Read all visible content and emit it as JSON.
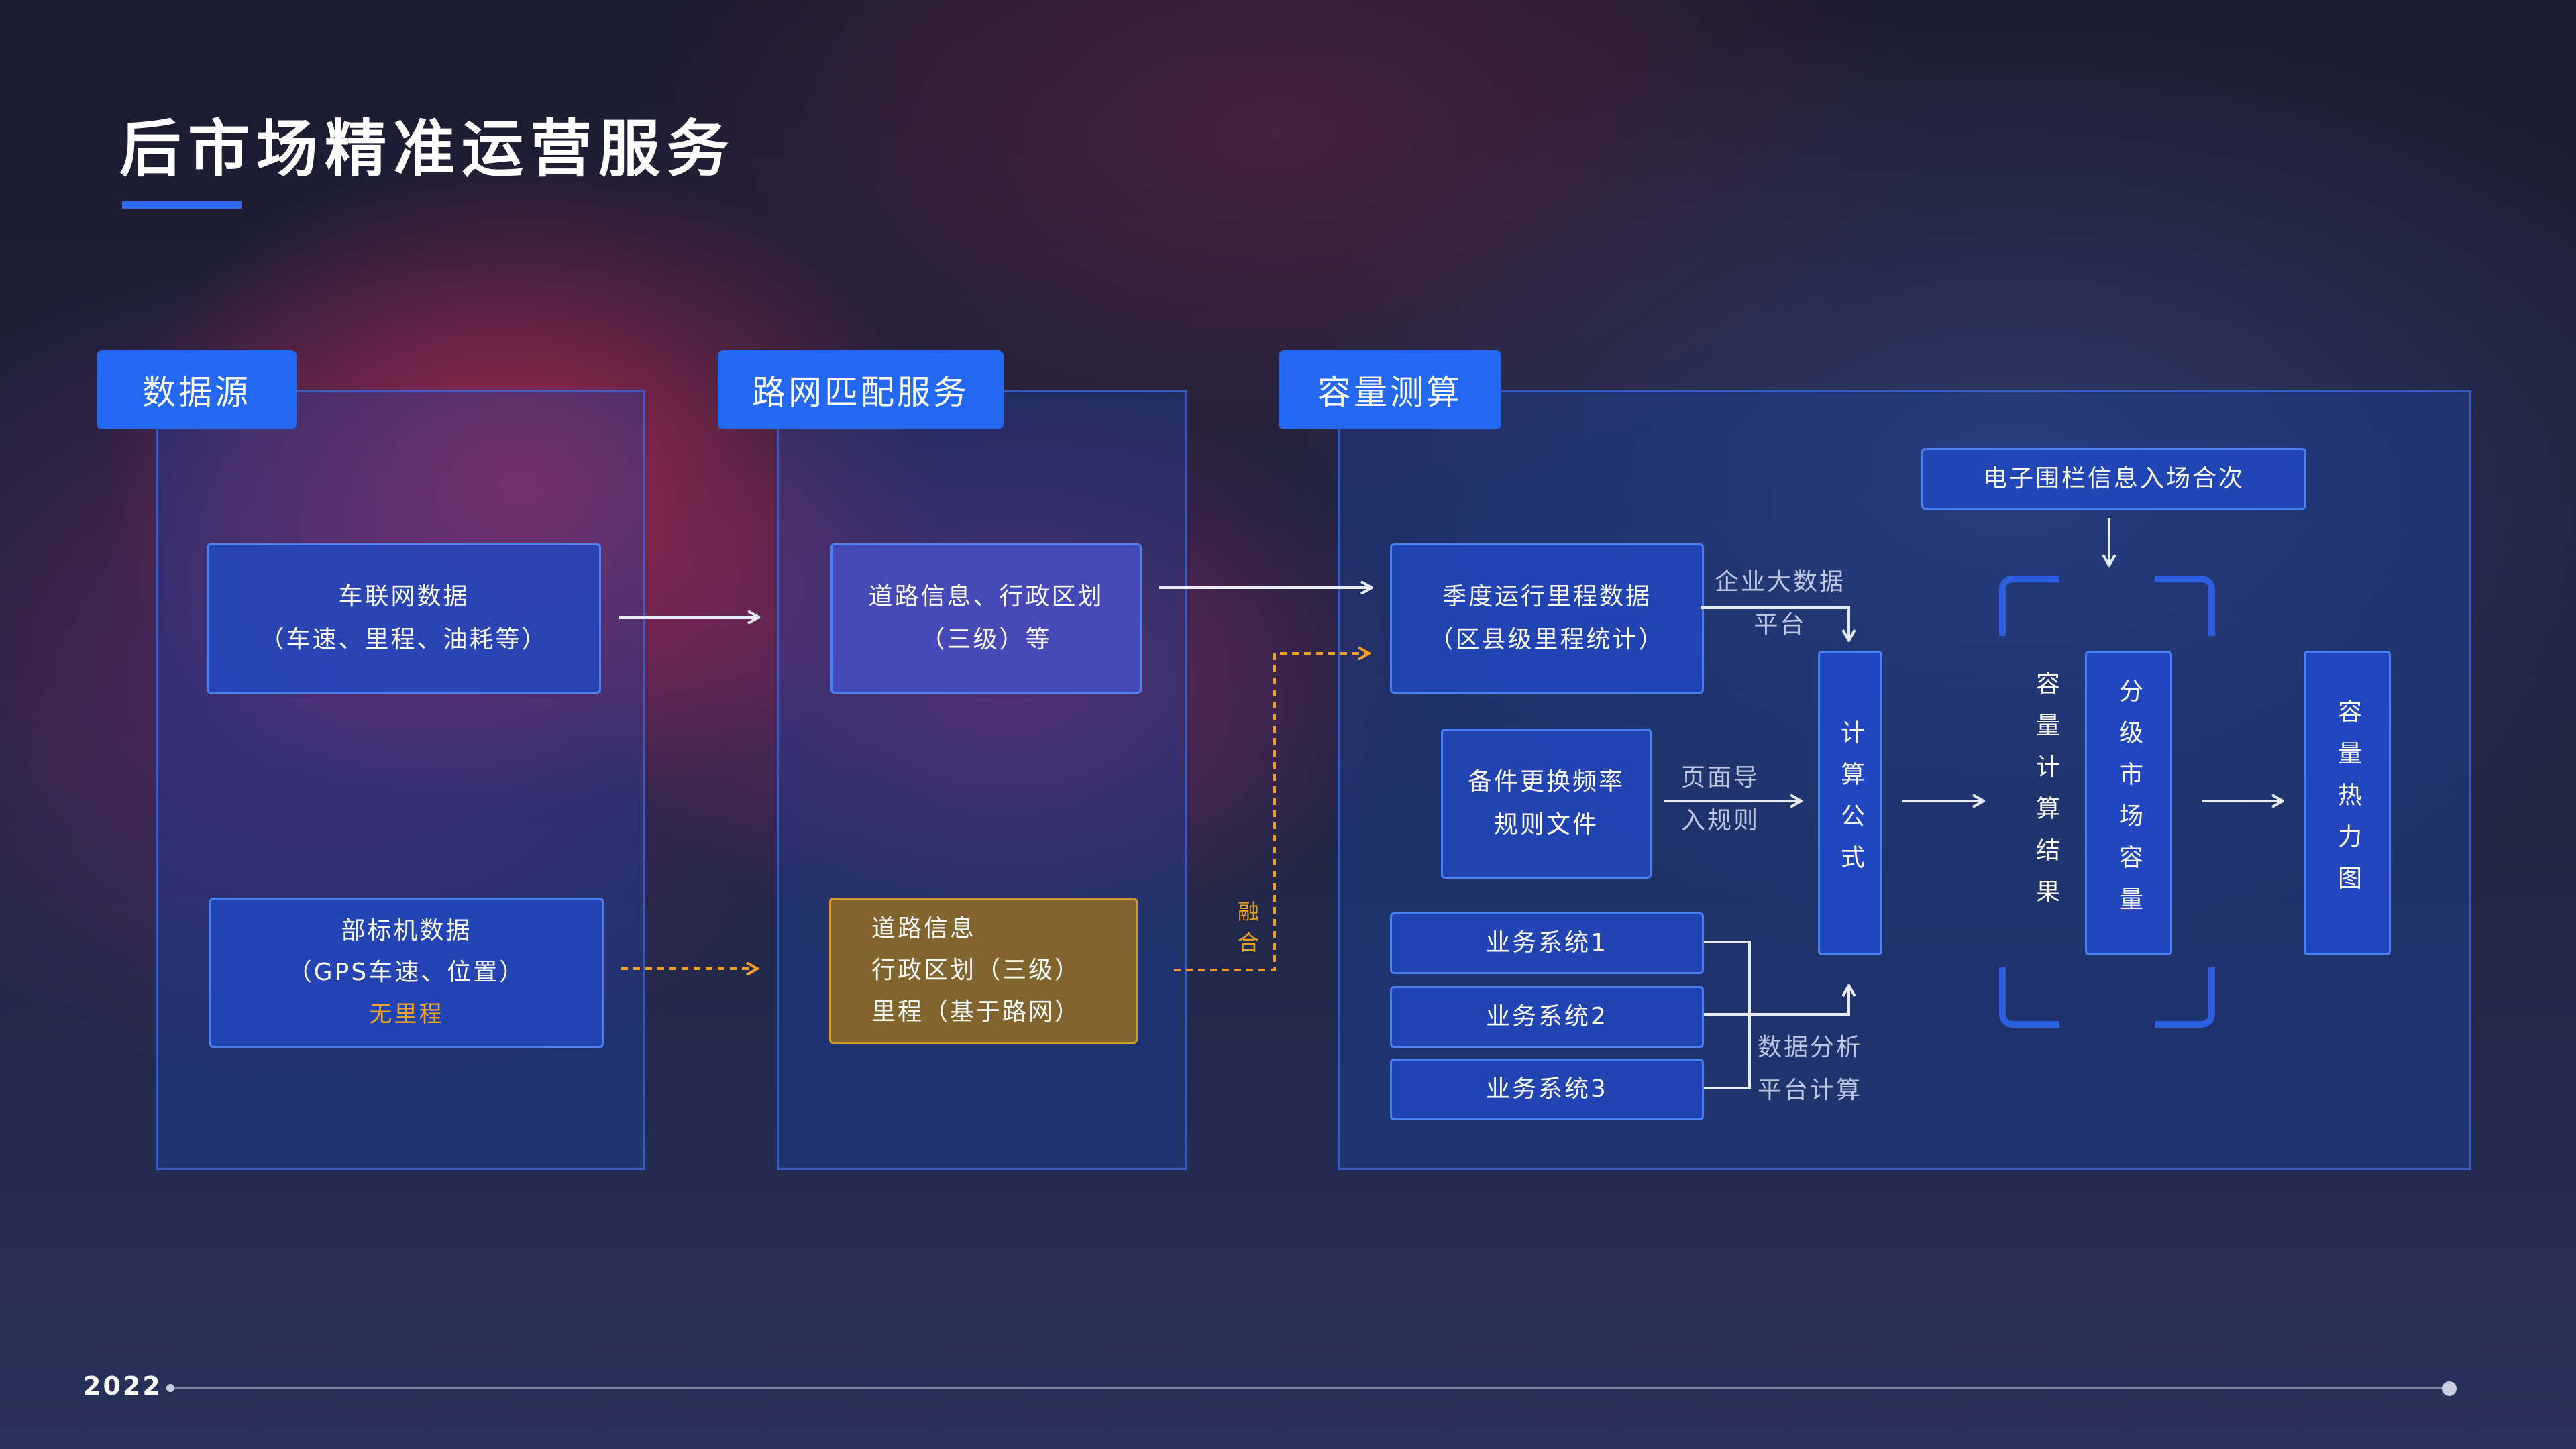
{
  "title": "后市场精准运营服务",
  "colors": {
    "accent": "#2368f2",
    "panel_border": "#3c6ee6",
    "gold": "#8c6928",
    "highlight": "#f5a623"
  },
  "sections": {
    "data_source": "数据源",
    "road_match": "路网匹配服务",
    "capacity": "容量测算"
  },
  "data_source": {
    "box1": {
      "line1": "车联网数据",
      "line2": "（车速、里程、油耗等）"
    },
    "box2": {
      "line1": "部标机数据",
      "line2": "（GPS车速、位置）",
      "line3": "无里程"
    }
  },
  "road_match": {
    "box1": {
      "line1": "道路信息、行政区划",
      "line2": "（三级）等"
    },
    "box2": {
      "line1": "道路信息",
      "line2": "行政区划（三级）",
      "line3": "里程（基于路网）"
    },
    "merge_label": "融合"
  },
  "capacity": {
    "geofence": "电子围栏信息入场合次",
    "quarterly": {
      "line1": "季度运行里程数据",
      "line2": "（区县级里程统计）"
    },
    "spare_parts": {
      "line1": "备件更换频率",
      "line2": "规则文件"
    },
    "biz1": "业务系统1",
    "biz2": "业务系统2",
    "biz3": "业务系统3",
    "note_enterprise": {
      "line1": "企业大数据",
      "line2": "平台"
    },
    "note_import": {
      "line1": "页面导",
      "line2": "入规则"
    },
    "note_analysis": {
      "line1": "数据分析",
      "line2": "平台计算"
    },
    "formula": "计算公式",
    "result": "容量计算结果",
    "tier_market": "分级市场容量",
    "heatmap": "容量热力图"
  },
  "footer": {
    "year": "2022"
  }
}
